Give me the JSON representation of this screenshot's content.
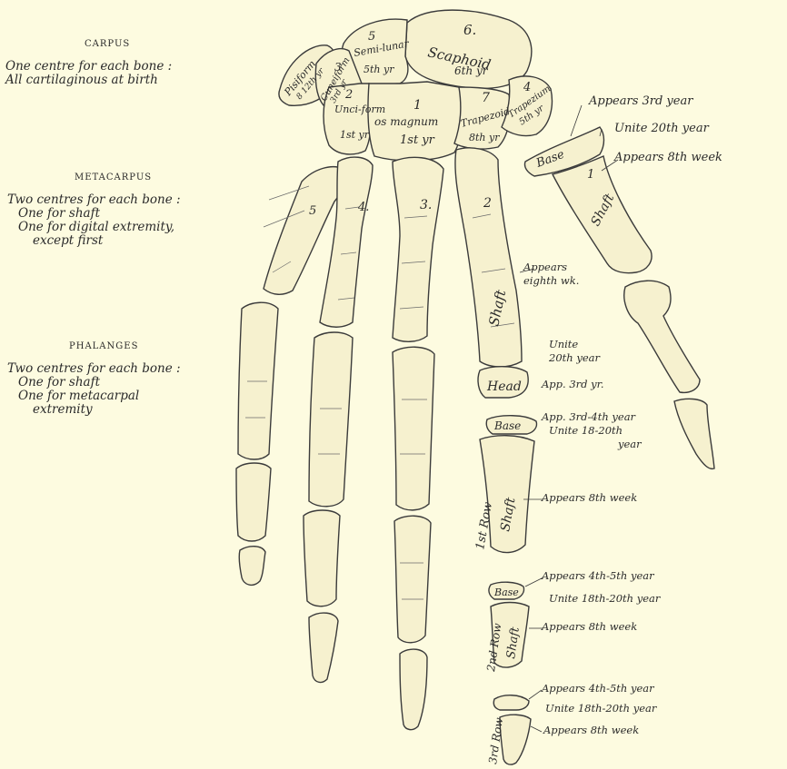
{
  "carpus": {
    "heading": "CARPUS",
    "lines": [
      "One centre for each bone :",
      "All cartilaginous at birth"
    ],
    "bones": {
      "scaphoid": {
        "number": "6.",
        "name": "Scaphoid",
        "age": "6th yr"
      },
      "semilunar": {
        "number": "5",
        "name": "Semi-lunar",
        "age": "5th yr"
      },
      "pisiform": {
        "name": "Pisiform",
        "age": "8 12th yr"
      },
      "cuneiform": {
        "number": "3",
        "name": "Cuneiform",
        "age": "3rd yr"
      },
      "unciform": {
        "number": "2",
        "name": "Unci-form",
        "age": "1st yr"
      },
      "os_magnum": {
        "number": "1",
        "name": "os magnum",
        "age": "1st yr"
      },
      "trapezoid": {
        "number": "7",
        "name": "Trapezoid",
        "age": "8th yr"
      },
      "trapezium": {
        "number": "4",
        "name": "Trapezium",
        "age": "5th yr"
      }
    }
  },
  "metacarpus": {
    "heading": "METACARPUS",
    "lines": [
      "Two centres for each bone :",
      "One for shaft",
      "One for digital extremity,",
      "except first"
    ]
  },
  "phalanges": {
    "heading": "PHALANGES",
    "lines": [
      "Two centres for each bone :",
      "One for shaft",
      "One for metacarpal",
      "extremity"
    ]
  },
  "thumb": {
    "appears_3rd": "Appears 3rd year",
    "unite_20th": "Unite 20th year",
    "appears_8th": "Appears 8th week",
    "base": "Base",
    "shaft": "Shaft",
    "number": "1"
  },
  "metacarpals": {
    "num2": "2",
    "num3": "3.",
    "num4": "4.",
    "num5": "5",
    "shaft": "Shaft",
    "appears": "Appears",
    "appears2": "eighth wk.",
    "unite": "Unite",
    "unite2": "20th year",
    "head": "Head",
    "head_app": "App. 3rd yr."
  },
  "row1": {
    "base": "Base",
    "base_app": "App. 3rd-4th year",
    "unite": "Unite 18-20th",
    "unite2": "year",
    "row": "1st Row",
    "shaft": "Shaft",
    "shaft_app": "Appears 8th week"
  },
  "row2": {
    "base": "Base",
    "base_app": "Appears 4th-5th year",
    "unite": "Unite 18th-20th year",
    "row": "2nd Row",
    "shaft": "Shaft",
    "shaft_app": "Appears 8th week"
  },
  "row3": {
    "base_app": "Appears 4th-5th year",
    "unite": "Unite 18th-20th year",
    "row": "3rd Row",
    "shaft_app": "Appears 8th week"
  }
}
